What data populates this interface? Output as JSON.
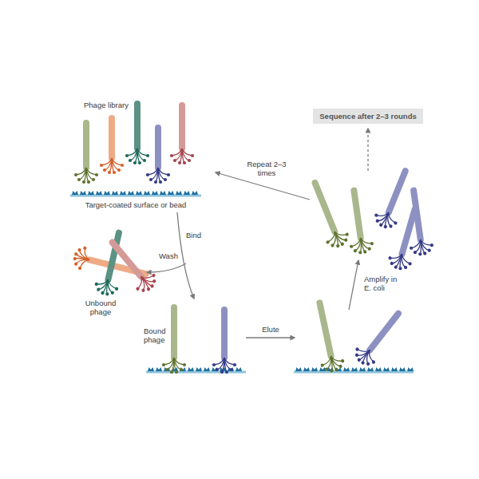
{
  "diagram": {
    "nodes": [
      {
        "text": [
          "Sequence after 2–3 rounds"
        ]
      }
    ],
    "labels": [
      "Phage library",
      "Target-coated surface or bead",
      "Repeat 2–3 times",
      "Bind",
      "Wash",
      "Unbound phage",
      "Bound phage",
      "Elute",
      "Amplify in E. coli"
    ]
  }
}
